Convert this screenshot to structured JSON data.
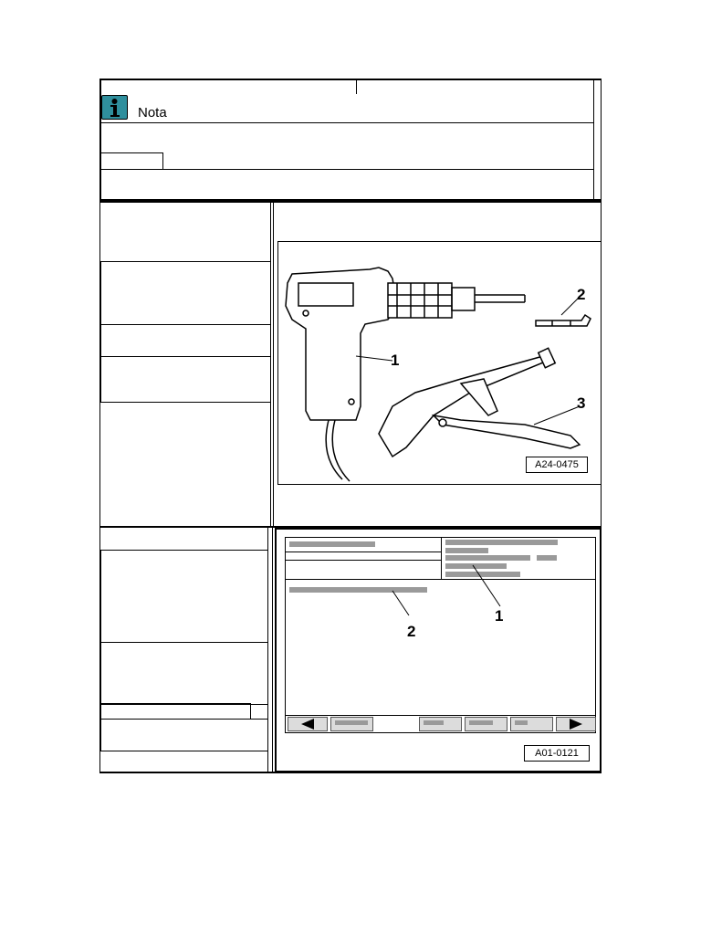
{
  "note": {
    "label": "Nota",
    "icon": "info-icon",
    "icon_color": "#2f8f9d"
  },
  "figure1": {
    "id": "A24-0475",
    "callouts": [
      "1",
      "2",
      "3"
    ]
  },
  "figure2": {
    "id": "A01-0121",
    "callouts": [
      "1",
      "2"
    ]
  }
}
